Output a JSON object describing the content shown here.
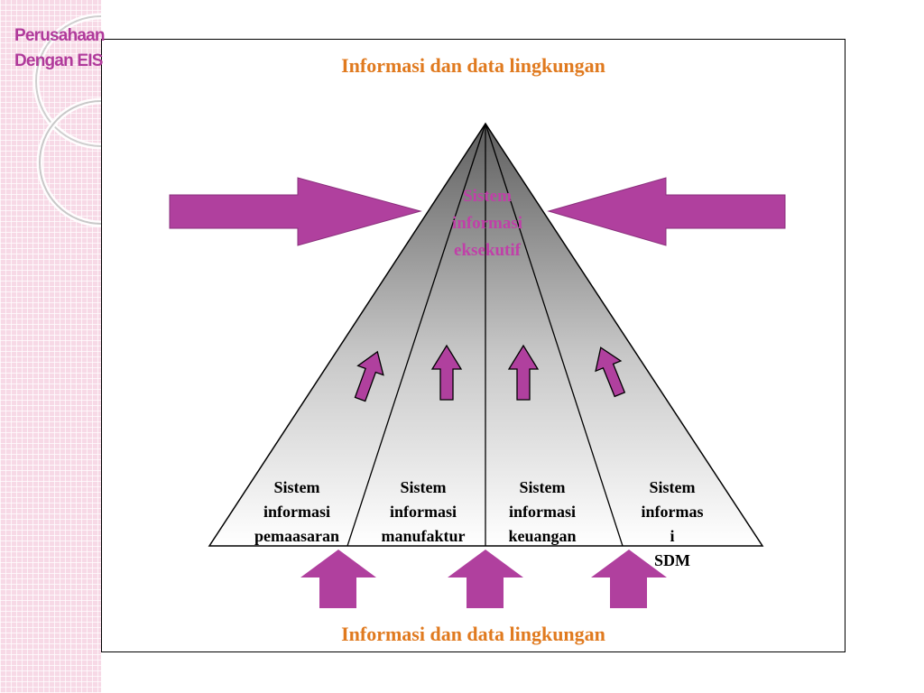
{
  "slide_title": {
    "line1": "Perusahaan",
    "line2": "Dengan EIS"
  },
  "top_label": "Informasi dan data lingkungan",
  "bottom_label": "Informasi dan data lingkungan",
  "apex_label": {
    "line1": "Sistem",
    "line2": "informasi",
    "line3": "eksekutif"
  },
  "segments": [
    {
      "line1": "Sistem",
      "line2": "informasi",
      "line3": "pemaasaran"
    },
    {
      "line1": "Sistem",
      "line2": "informasi",
      "line3": "manufaktur"
    },
    {
      "line1": "Sistem",
      "line2": "informasi",
      "line3": "keuangan"
    },
    {
      "line1": "Sistem",
      "line2": "informas",
      "line3": "i",
      "line4": "SDM"
    }
  ],
  "colors": {
    "arrow": "#b0409e",
    "title": "#b03a9b",
    "heading": "#e07a1f",
    "apex_text": "#c040a8"
  }
}
